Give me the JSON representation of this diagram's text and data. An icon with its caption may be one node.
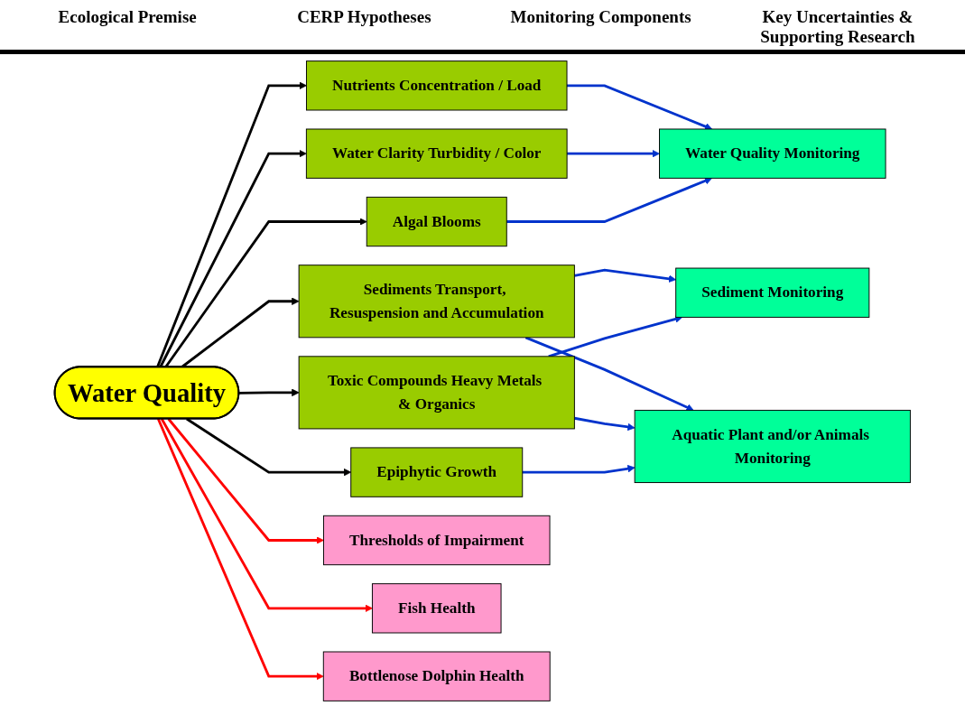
{
  "diagram": {
    "nodes": [
      {
        "text": [
          "Water Quality"
        ]
      },
      {
        "text": [
          "Nutrients Concentration / Load"
        ]
      },
      {
        "text": [
          "Water Clarity Turbidity / Color"
        ]
      },
      {
        "text": [
          "Algal Blooms"
        ]
      },
      {
        "text": [
          "Sediments Transport, Resuspension and Accumulation"
        ]
      },
      {
        "text": [
          "Toxic Compounds Heavy Metals & Organics"
        ]
      },
      {
        "text": [
          "Epiphytic Growth"
        ]
      },
      {
        "text": [
          "Water Quality Monitoring"
        ]
      },
      {
        "text": [
          "Sediment Monitoring"
        ]
      },
      {
        "text": [
          "Aquatic Plant and/or Animals Monitoring"
        ]
      },
      {
        "text": [
          "Thresholds of Impairment"
        ]
      },
      {
        "text": [
          "Fish Health"
        ]
      },
      {
        "text": [
          "Bottlenose Dolphin Health"
        ]
      }
    ],
    "edges": [
      {
        "from": 0,
        "to": 1,
        "arrow": "to",
        "color": "#000000"
      },
      {
        "from": 0,
        "to": 2,
        "arrow": "to",
        "color": "#000000"
      },
      {
        "from": 0,
        "to": 3,
        "arrow": "to",
        "color": "#000000"
      },
      {
        "from": 0,
        "to": 4,
        "arrow": "to",
        "color": "#000000"
      },
      {
        "from": 0,
        "to": 5,
        "arrow": "to",
        "color": "#000000"
      },
      {
        "from": 0,
        "to": 6,
        "arrow": "to",
        "color": "#000000"
      },
      {
        "from": 1,
        "to": 7,
        "arrow": "to"
      },
      {
        "from": 2,
        "to": 7,
        "arrow": "to"
      },
      {
        "from": 3,
        "to": 7,
        "arrow": "to"
      },
      {
        "from": 4,
        "to": 8,
        "arrow": "to"
      },
      {
        "from": 4,
        "to": 9,
        "arrow": "to"
      },
      {
        "from": 5,
        "to": 8,
        "arrow": "to"
      },
      {
        "from": 5,
        "to": 9,
        "arrow": "to"
      },
      {
        "from": 6,
        "to": 9,
        "arrow": "to"
      },
      {
        "from": 0,
        "to": 10,
        "arrow": "to",
        "color": "#ff0000"
      },
      {
        "from": 0,
        "to": 11,
        "arrow": "to",
        "color": "#ff0000"
      },
      {
        "from": 0,
        "to": 12,
        "arrow": "to",
        "color": "#ff0000"
      }
    ],
    "labels": [
      "Ecological Premise",
      "CERP Hypotheses",
      "Monitoring Components",
      "Key Uncertainties & Supporting Research"
    ]
  }
}
